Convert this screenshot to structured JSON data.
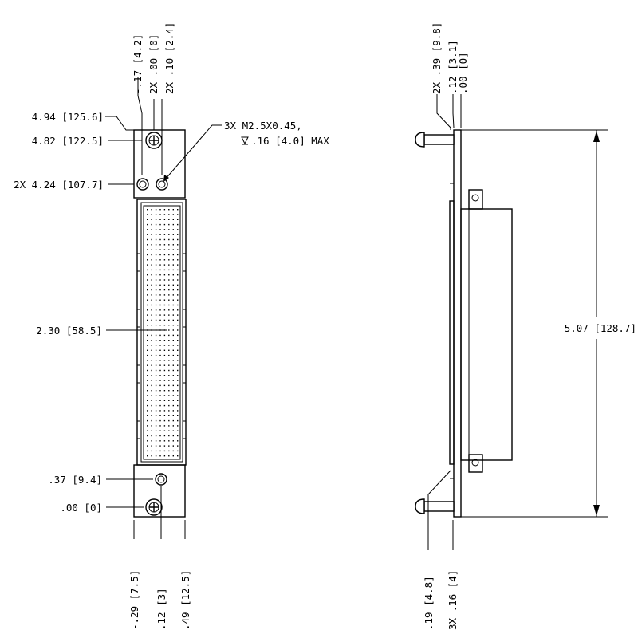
{
  "front_view": {
    "dim_left": {
      "top_edge": "4.94 [125.6]",
      "screw_top": "4.82 [122.5]",
      "pins_top": "2X 4.24 [107.7]",
      "connector_center": "2.30 [58.5]",
      "pin_bottom": ".37 [9.4]",
      "screw_bottom": ".00 [0]"
    },
    "dim_top": {
      "a": "-.17 [4.2]",
      "b": "2X .00 [0]",
      "c": "2X .10 [2.4]"
    },
    "dim_bottom": {
      "a": "-.29 [7.5]",
      "b": ".12 [3]",
      "c": ".49 [12.5]"
    },
    "thread_note": {
      "line1": "3X M2.5X0.45,",
      "line2": ".16 [4.0] MAX",
      "depth_symbol": "depth-symbol"
    }
  },
  "side_view": {
    "dim_top": {
      "a": "2X .39 [9.8]",
      "b": ".12 [3.1]",
      "c": ".00 [0]"
    },
    "dim_bottom": {
      "a": ".19 [4.8]",
      "b": "3X .16 [4]"
    },
    "overall_height": "5.07 [128.7]"
  }
}
